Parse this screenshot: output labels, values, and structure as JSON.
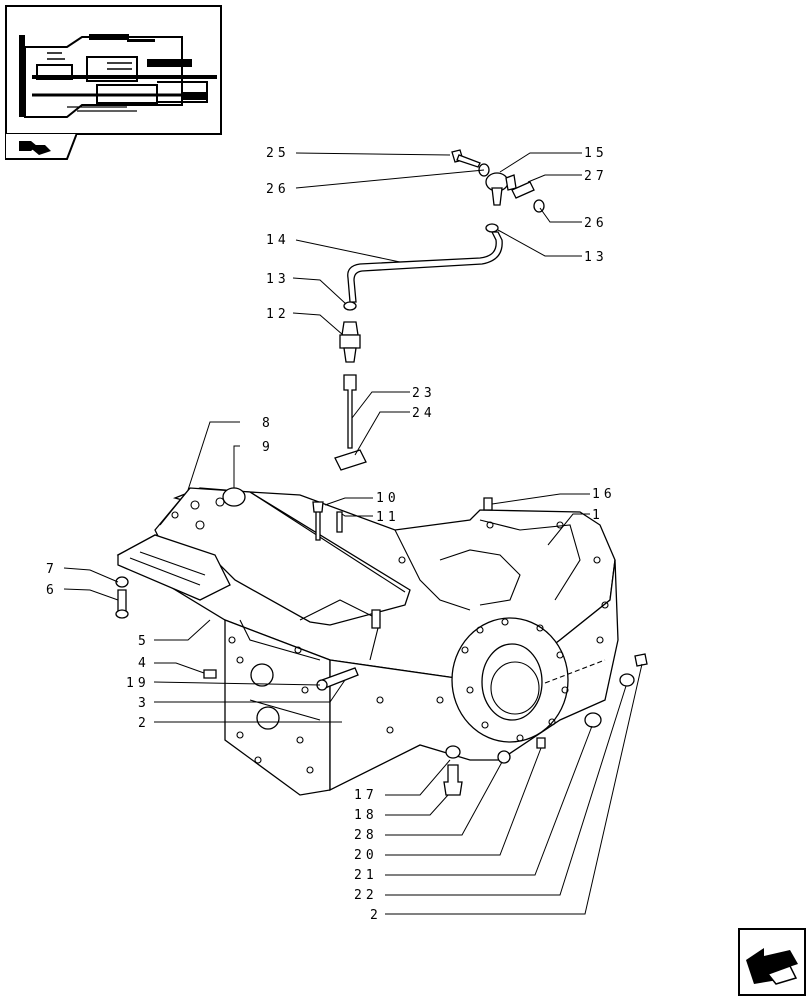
{
  "thumbnail": {
    "icon": "transmission-section-thumbnail"
  },
  "nav": {
    "icon": "next-page-arrow-icon"
  },
  "callouts": [
    {
      "id": "c25a",
      "text": "25"
    },
    {
      "id": "c26a",
      "text": "26"
    },
    {
      "id": "c15",
      "text": "15"
    },
    {
      "id": "c27",
      "text": "27"
    },
    {
      "id": "c26b",
      "text": "26"
    },
    {
      "id": "c14",
      "text": "14"
    },
    {
      "id": "c13a",
      "text": "13"
    },
    {
      "id": "c13b",
      "text": "13"
    },
    {
      "id": "c12",
      "text": "12"
    },
    {
      "id": "c23",
      "text": "23"
    },
    {
      "id": "c24",
      "text": "24"
    },
    {
      "id": "c8",
      "text": "8"
    },
    {
      "id": "c9",
      "text": "9"
    },
    {
      "id": "c10",
      "text": "10"
    },
    {
      "id": "c11",
      "text": "11"
    },
    {
      "id": "c16",
      "text": "16"
    },
    {
      "id": "c1",
      "text": "1"
    },
    {
      "id": "c7",
      "text": "7"
    },
    {
      "id": "c6",
      "text": "6"
    },
    {
      "id": "c5",
      "text": "5"
    },
    {
      "id": "c4",
      "text": "4"
    },
    {
      "id": "c19",
      "text": "19"
    },
    {
      "id": "c3",
      "text": "3"
    },
    {
      "id": "c2a",
      "text": "2"
    },
    {
      "id": "c17",
      "text": "17"
    },
    {
      "id": "c18",
      "text": "18"
    },
    {
      "id": "c28",
      "text": "28"
    },
    {
      "id": "c20",
      "text": "20"
    },
    {
      "id": "c21",
      "text": "21"
    },
    {
      "id": "c22",
      "text": "22"
    },
    {
      "id": "c2b",
      "text": "2"
    }
  ]
}
